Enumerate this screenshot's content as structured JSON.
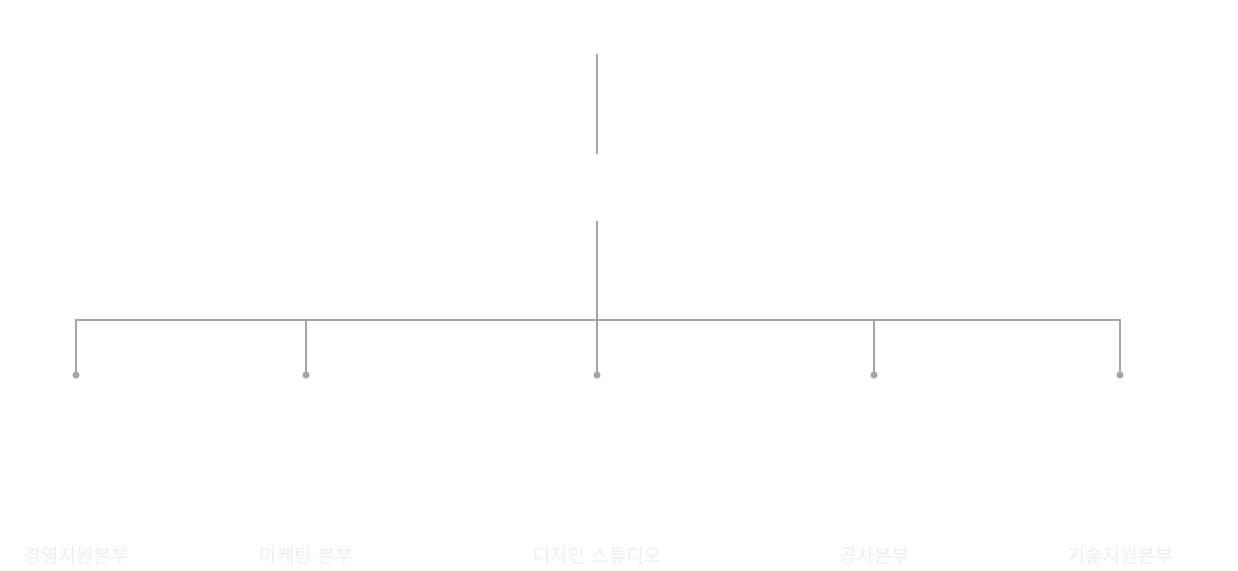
{
  "colors": {
    "connector_line": "#a6a6a6",
    "node_dot": "#a6a6a6",
    "label_text": "#eeeeee",
    "background": "#ffffff"
  },
  "org_chart": {
    "departments": [
      {
        "id": "management-support",
        "label": "경영지원본부"
      },
      {
        "id": "marketing",
        "label": "마케팅 본부"
      },
      {
        "id": "design-studio",
        "label": "디자인 스튜디오"
      },
      {
        "id": "construction",
        "label": "공사본부"
      },
      {
        "id": "technical-support",
        "label": "기술지원본부"
      }
    ]
  }
}
